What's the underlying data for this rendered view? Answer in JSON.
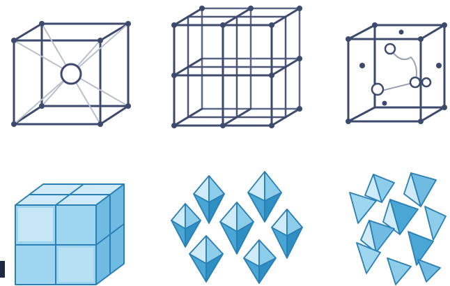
{
  "figure": {
    "rows": [
      {
        "cells": [
          {
            "name": "unit-cell-with-center-atom",
            "icon": "cubic-cell-wireframe-icon"
          },
          {
            "name": "eight-cell-lattice",
            "icon": "cubic-lattice-wireframe-icon"
          },
          {
            "name": "unit-cell-with-tetrahedral-site",
            "icon": "cubic-cell-site-icon"
          }
        ]
      },
      {
        "cells": [
          {
            "name": "cube-stack-polyhedra",
            "icon": "cube-polyhedra-icon"
          },
          {
            "name": "octahedra-network",
            "icon": "octahedra-network-icon"
          },
          {
            "name": "tetrahedra-network",
            "icon": "tetrahedra-network-icon"
          }
        ]
      }
    ]
  },
  "colors": {
    "wire": "#3c4a6e",
    "atom_fill": "#ffffff",
    "site_dot": "#3c4a6e",
    "polyhedron_light": "#cfeaf8",
    "polyhedron_mid": "#8ecdea",
    "polyhedron_dark": "#4aa6d4",
    "polyhedron_edge": "#2a7fb4"
  }
}
